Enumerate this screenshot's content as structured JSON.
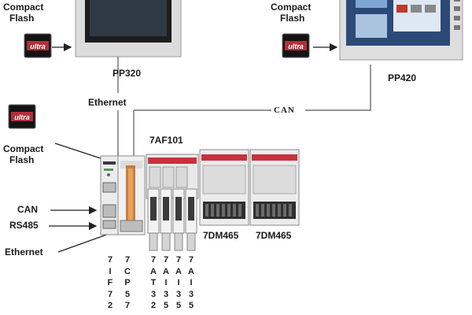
{
  "labels": {
    "cf_top_left": [
      "Compact",
      "Flash"
    ],
    "cf_top_right": [
      "Compact",
      "Flash"
    ],
    "cf_left": [
      "Compact",
      "Flash"
    ],
    "pp320": "PP320",
    "pp420": "PP420",
    "ethernet_top": "Ethernet",
    "can_bus": "CAN",
    "af101": "7AF101",
    "dm465_a": "7DM465",
    "dm465_b": "7DM465",
    "can_port": "CAN",
    "rs485_port": "RS485",
    "ethernet_port": "Ethernet"
  },
  "card_brand": "ultra",
  "part_numbers": [
    [
      "7",
      "I",
      "F",
      "7",
      "2"
    ],
    [
      "7",
      "C",
      "P",
      "5",
      "7"
    ],
    [
      "7",
      "A",
      "T",
      "3",
      "2"
    ],
    [
      "7",
      "A",
      "I",
      "3",
      "5"
    ],
    [
      "7",
      "A",
      "I",
      "3",
      "5"
    ],
    [
      "7",
      "A",
      "I",
      "3",
      "5"
    ]
  ],
  "colors": {
    "line": "#555555",
    "module_body": "#e9e9e9",
    "module_red": "#c8323c",
    "terminal": "#3b3b3b",
    "screen": "#2c4a78"
  },
  "icons": [
    "compact-flash-card-icon",
    "arrow-right-icon"
  ]
}
